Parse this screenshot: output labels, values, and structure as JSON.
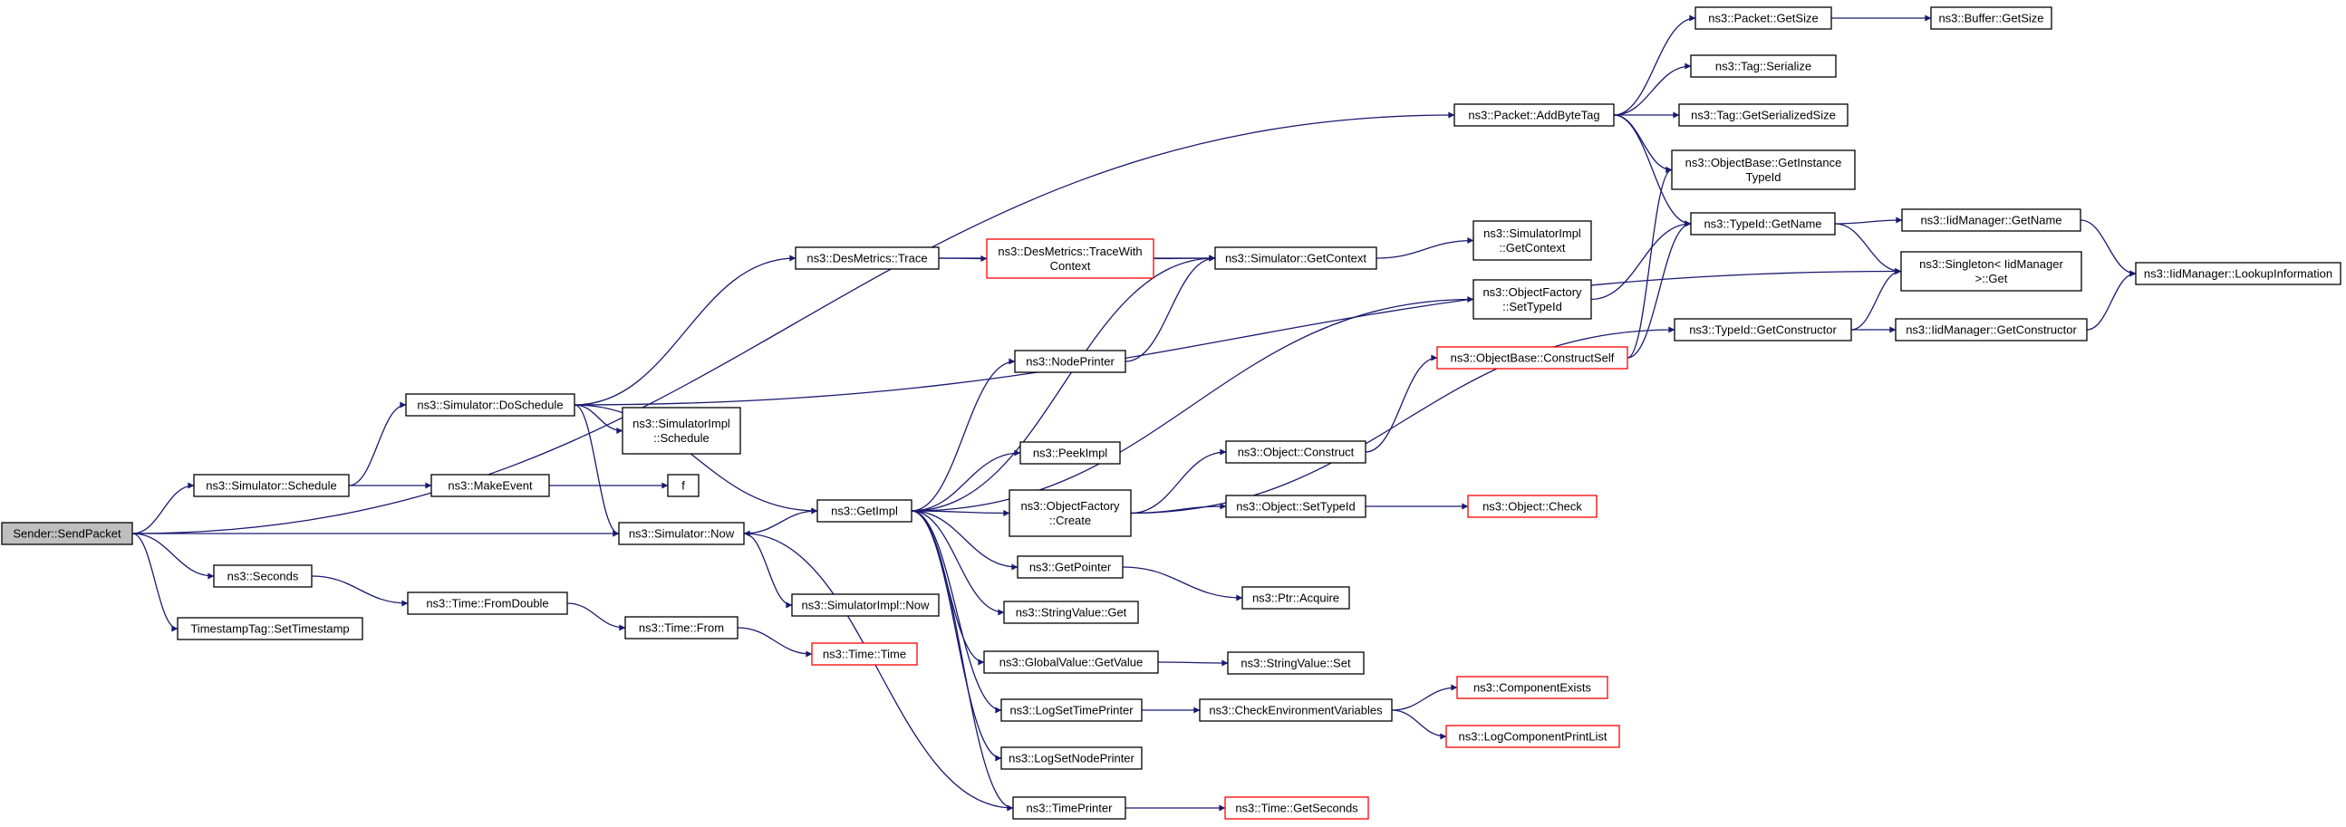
{
  "colors": {
    "edge": "#191970",
    "node_border": "#000000",
    "node_border_truncated": "#ff0000",
    "node_fill": "#ffffff",
    "root_fill": "#bfbfbf",
    "text": "#000000"
  },
  "root": "send",
  "nodes": [
    {
      "id": "send",
      "lines": [
        "Sender::SendPacket"
      ],
      "root": true
    },
    {
      "id": "simsched",
      "lines": [
        "ns3::Simulator::Schedule"
      ]
    },
    {
      "id": "seconds",
      "lines": [
        "ns3::Seconds"
      ]
    },
    {
      "id": "tstamp",
      "lines": [
        "TimestampTag::SetTimestamp"
      ]
    },
    {
      "id": "doschedule",
      "lines": [
        "ns3::Simulator::DoSchedule"
      ]
    },
    {
      "id": "makeevent",
      "lines": [
        "ns3::MakeEvent"
      ]
    },
    {
      "id": "fromdouble",
      "lines": [
        "ns3::Time::FromDouble"
      ]
    },
    {
      "id": "simnow",
      "lines": [
        "ns3::Simulator::Now"
      ]
    },
    {
      "id": "implsched",
      "lines": [
        "ns3::SimulatorImpl",
        "::Schedule"
      ]
    },
    {
      "id": "f",
      "lines": [
        "f"
      ]
    },
    {
      "id": "timefrom",
      "lines": [
        "ns3::Time::From"
      ]
    },
    {
      "id": "trace",
      "lines": [
        "ns3::DesMetrics::Trace"
      ]
    },
    {
      "id": "tracewith",
      "lines": [
        "ns3::DesMetrics::TraceWith",
        "Context"
      ],
      "truncated": true
    },
    {
      "id": "getimpl",
      "lines": [
        "ns3::GetImpl"
      ]
    },
    {
      "id": "implnow",
      "lines": [
        "ns3::SimulatorImpl::Now"
      ]
    },
    {
      "id": "timetime",
      "lines": [
        "ns3::Time::Time"
      ],
      "truncated": true
    },
    {
      "id": "getctx",
      "lines": [
        "ns3::Simulator::GetContext"
      ]
    },
    {
      "id": "nodeprinter",
      "lines": [
        "ns3::NodePrinter"
      ]
    },
    {
      "id": "peekimpl",
      "lines": [
        "ns3::PeekImpl"
      ]
    },
    {
      "id": "ofcreate",
      "lines": [
        "ns3::ObjectFactory",
        "::Create"
      ]
    },
    {
      "id": "getpointer",
      "lines": [
        "ns3::GetPointer"
      ]
    },
    {
      "id": "strget",
      "lines": [
        "ns3::StringValue::Get"
      ]
    },
    {
      "id": "gvget",
      "lines": [
        "ns3::GlobalValue::GetValue"
      ]
    },
    {
      "id": "logtime",
      "lines": [
        "ns3::LogSetTimePrinter"
      ]
    },
    {
      "id": "lognode",
      "lines": [
        "ns3::LogSetNodePrinter"
      ]
    },
    {
      "id": "timeprinter",
      "lines": [
        "ns3::TimePrinter"
      ]
    },
    {
      "id": "implgetctx",
      "lines": [
        "ns3::SimulatorImpl",
        "::GetContext"
      ]
    },
    {
      "id": "ofsettid",
      "lines": [
        "ns3::ObjectFactory",
        "::SetTypeId"
      ]
    },
    {
      "id": "obconstruct",
      "lines": [
        "ns3::ObjectBase::ConstructSelf"
      ],
      "truncated": true
    },
    {
      "id": "objconstruct",
      "lines": [
        "ns3::Object::Construct"
      ]
    },
    {
      "id": "objsettid",
      "lines": [
        "ns3::Object::SetTypeId"
      ]
    },
    {
      "id": "ptracq",
      "lines": [
        "ns3::Ptr::Acquire"
      ]
    },
    {
      "id": "strset",
      "lines": [
        "ns3::StringValue::Set"
      ]
    },
    {
      "id": "checkenv",
      "lines": [
        "ns3::CheckEnvironmentVariables"
      ]
    },
    {
      "id": "getseconds",
      "lines": [
        "ns3::Time::GetSeconds"
      ],
      "truncated": true
    },
    {
      "id": "addbytetag",
      "lines": [
        "ns3::Packet::AddByteTag"
      ]
    },
    {
      "id": "objcheck",
      "lines": [
        "ns3::Object::Check"
      ],
      "truncated": true
    },
    {
      "id": "compexists",
      "lines": [
        "ns3::ComponentExists"
      ],
      "truncated": true
    },
    {
      "id": "logcomplist",
      "lines": [
        "ns3::LogComponentPrintList"
      ],
      "truncated": true
    },
    {
      "id": "pktgetsize",
      "lines": [
        "ns3::Packet::GetSize"
      ]
    },
    {
      "id": "tagser",
      "lines": [
        "ns3::Tag::Serialize"
      ]
    },
    {
      "id": "taggetser",
      "lines": [
        "ns3::Tag::GetSerializedSize"
      ]
    },
    {
      "id": "obgetinst",
      "lines": [
        "ns3::ObjectBase::GetInstance",
        "TypeId"
      ]
    },
    {
      "id": "tidgetname",
      "lines": [
        "ns3::TypeId::GetName"
      ]
    },
    {
      "id": "tidgetctor",
      "lines": [
        "ns3::TypeId::GetConstructor"
      ]
    },
    {
      "id": "bufgetsize",
      "lines": [
        "ns3::Buffer::GetSize"
      ]
    },
    {
      "id": "iidgetname",
      "lines": [
        "ns3::IidManager::GetName"
      ]
    },
    {
      "id": "singleton",
      "lines": [
        "ns3::Singleton< IidManager",
        " >::Get"
      ]
    },
    {
      "id": "iidgetctor",
      "lines": [
        "ns3::IidManager::GetConstructor"
      ]
    },
    {
      "id": "iidlookup",
      "lines": [
        "ns3::IidManager::LookupInformation"
      ]
    }
  ],
  "edges": [
    [
      "send",
      "addbytetag"
    ],
    [
      "send",
      "simsched"
    ],
    [
      "send",
      "simnow"
    ],
    [
      "send",
      "seconds"
    ],
    [
      "send",
      "tstamp"
    ],
    [
      "simsched",
      "doschedule"
    ],
    [
      "simsched",
      "makeevent"
    ],
    [
      "seconds",
      "fromdouble"
    ],
    [
      "doschedule",
      "trace"
    ],
    [
      "doschedule",
      "getimpl"
    ],
    [
      "doschedule",
      "implsched"
    ],
    [
      "doschedule",
      "simnow"
    ],
    [
      "doschedule",
      "singleton"
    ],
    [
      "makeevent",
      "f"
    ],
    [
      "fromdouble",
      "timefrom"
    ],
    [
      "timefrom",
      "timetime"
    ],
    [
      "simnow",
      "getimpl"
    ],
    [
      "simnow",
      "implnow"
    ],
    [
      "trace",
      "tracewith"
    ],
    [
      "trace",
      "getctx"
    ],
    [
      "tracewith",
      "getctx"
    ],
    [
      "getctx",
      "implgetctx"
    ],
    [
      "getimpl",
      "getctx"
    ],
    [
      "getimpl",
      "nodeprinter"
    ],
    [
      "getimpl",
      "ofsettid"
    ],
    [
      "getimpl",
      "peekimpl"
    ],
    [
      "getimpl",
      "ofcreate"
    ],
    [
      "getimpl",
      "getpointer"
    ],
    [
      "getimpl",
      "strget"
    ],
    [
      "getimpl",
      "gvget"
    ],
    [
      "getimpl",
      "logtime"
    ],
    [
      "getimpl",
      "lognode"
    ],
    [
      "getimpl",
      "timeprinter"
    ],
    [
      "nodeprinter",
      "getctx"
    ],
    [
      "ofcreate",
      "objconstruct"
    ],
    [
      "ofcreate",
      "objsettid"
    ],
    [
      "ofcreate",
      "tidgetctor"
    ],
    [
      "getpointer",
      "ptracq"
    ],
    [
      "gvget",
      "strset"
    ],
    [
      "logtime",
      "checkenv"
    ],
    [
      "timeprinter",
      "simnow"
    ],
    [
      "timeprinter",
      "getseconds"
    ],
    [
      "ofsettid",
      "tidgetname"
    ],
    [
      "objconstruct",
      "obconstruct"
    ],
    [
      "objsettid",
      "objcheck"
    ],
    [
      "obconstruct",
      "obgetinst"
    ],
    [
      "obconstruct",
      "tidgetname"
    ],
    [
      "checkenv",
      "compexists"
    ],
    [
      "checkenv",
      "logcomplist"
    ],
    [
      "addbytetag",
      "pktgetsize"
    ],
    [
      "addbytetag",
      "tagser"
    ],
    [
      "addbytetag",
      "taggetser"
    ],
    [
      "addbytetag",
      "obgetinst"
    ],
    [
      "addbytetag",
      "tidgetname"
    ],
    [
      "pktgetsize",
      "bufgetsize"
    ],
    [
      "tidgetname",
      "iidgetname"
    ],
    [
      "tidgetname",
      "singleton"
    ],
    [
      "tidgetctor",
      "iidgetctor"
    ],
    [
      "tidgetctor",
      "singleton"
    ],
    [
      "iidgetname",
      "iidlookup"
    ],
    [
      "iidgetctor",
      "iidlookup"
    ]
  ]
}
